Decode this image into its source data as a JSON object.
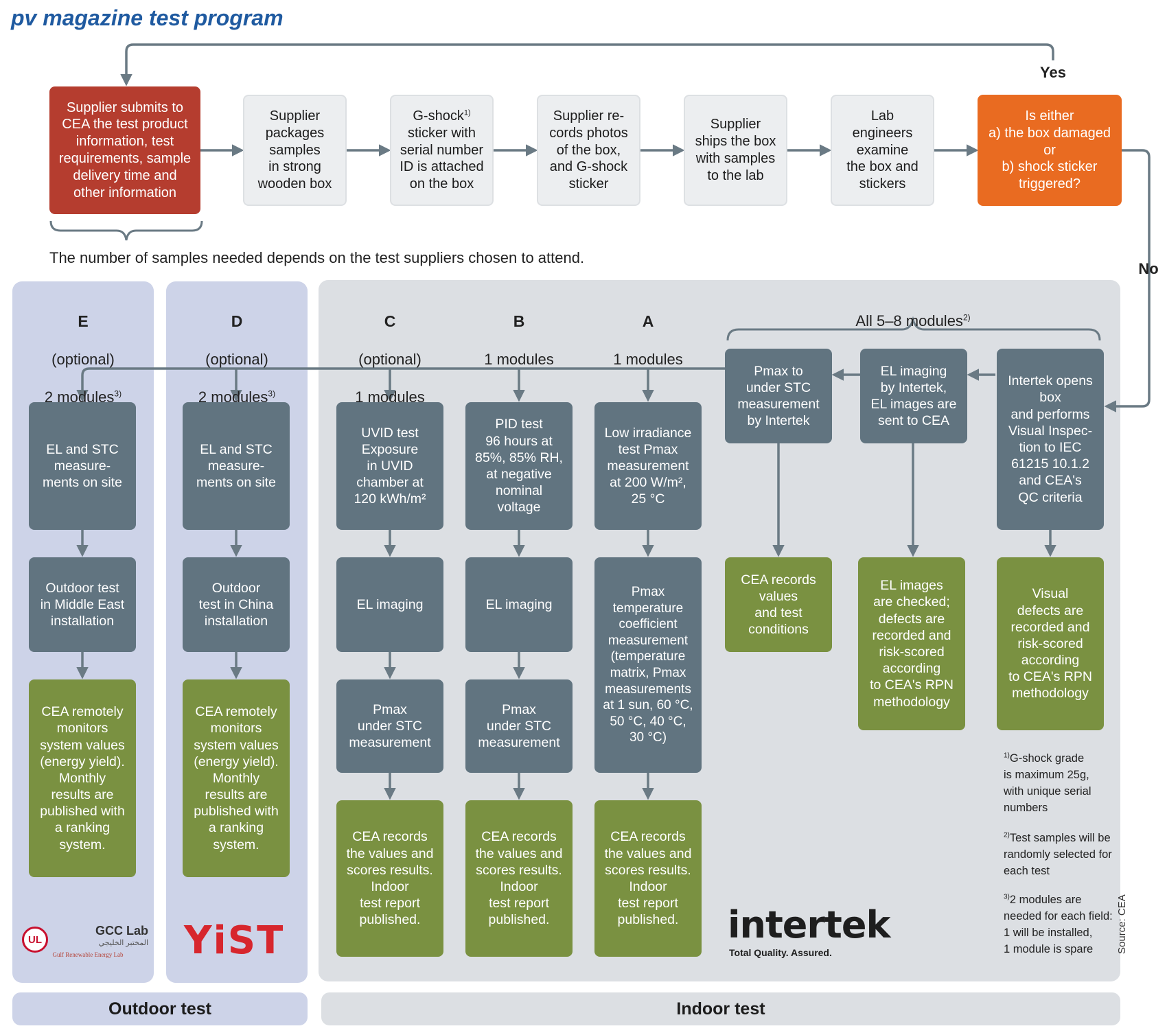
{
  "title": "pv magazine test program",
  "top_flow": {
    "submit": "Supplier submits to\nCEA the test product\ninformation, test\nrequirements, sample\ndelivery time and\nother information",
    "package": "Supplier\npackages\nsamples\nin strong\nwooden box",
    "gshock_pre": "G-shock",
    "gshock_sup": "1)",
    "gshock_post": "\nsticker with\nserial number\nID is attached\non the box",
    "photos": "Supplier re-\ncords photos\nof the box,\nand G-shock\nsticker",
    "ships": "Supplier\nships the box\nwith samples\nto the lab",
    "lab": "Lab\nengineers\nexamine\nthe box and\nstickers",
    "decision": "Is either\na) the box damaged\nor\nb) shock sticker\ntriggered?",
    "yes": "Yes",
    "no": "No"
  },
  "samples_note": "The number of samples needed depends on the test suppliers chosen to attend.",
  "columns": {
    "E": {
      "letter": "E",
      "sub1": "(optional)",
      "sub2": "2 modules",
      "sup": "3)",
      "step1": "EL and STC\nmeasure-\nments on site",
      "step2": "Outdoor test\nin Middle East\ninstallation",
      "step3": "CEA remotely\nmonitors\nsystem values\n(energy yield).\nMonthly\nresults are\npublished with\na ranking\nsystem."
    },
    "D": {
      "letter": "D",
      "sub1": "(optional)",
      "sub2": "2 modules",
      "sup": "3)",
      "step1": "EL and STC\nmeasure-\nments on site",
      "step2": "Outdoor\ntest in China\ninstallation",
      "step3": "CEA remotely\nmonitors\nsystem values\n(energy yield).\nMonthly\nresults are\npublished with\na ranking\nsystem."
    },
    "C": {
      "letter": "C",
      "sub1": "(optional)",
      "sub2": "1 modules",
      "step1": "UVID test\nExposure\nin UVID\nchamber at\n120 kWh/m²",
      "step2": "EL imaging",
      "step3": "Pmax\nunder STC\nmeasurement",
      "step4": "CEA records\nthe values and\nscores results.\nIndoor\ntest report\npublished."
    },
    "B": {
      "letter": "B",
      "sub1": "1 modules",
      "step1": "PID test\n96 hours at\n85%, 85% RH,\nat negative\nnominal\nvoltage",
      "step2": "EL imaging",
      "step3": "Pmax\nunder STC\nmeasurement",
      "step4": "CEA records\nthe values and\nscores results.\nIndoor\ntest report\npublished."
    },
    "A": {
      "letter": "A",
      "sub1": "1 modules",
      "step1": "Low irradiance\ntest Pmax\nmeasurement\nat 200 W/m²,\n25 °C",
      "step2": "Pmax\ntemperature\ncoefficient\nmeasurement\n(temperature\nmatrix, Pmax\nmeasurements\nat 1 sun, 60 °C,\n50 °C, 40 °C,\n30 °C)",
      "step3": "CEA records\nthe values and\nscores results.\nIndoor\ntest report\npublished."
    }
  },
  "all_modules": {
    "label": "All 5–8 modules",
    "sup": "2)",
    "pmax": "Pmax to\nunder STC\nmeasurement\nby Intertek",
    "el": "EL imaging\nby Intertek,\nEL images are\nsent to CEA",
    "opens": "Intertek opens\nbox\nand performs\nVisual Inspec-\ntion to IEC\n61215 10.1.2\nand CEA's\nQC criteria",
    "records": "CEA records\nvalues\nand test\nconditions",
    "el_checked": "EL images\nare checked;\ndefects are\nrecorded and\nrisk-scored\naccording\nto CEA's RPN\nmethodology",
    "visual": "Visual\ndefects are\nrecorded and\nrisk-scored\naccording\nto CEA's RPN\nmethodology"
  },
  "footnotes": {
    "f1_sup": "1)",
    "f1": "G-shock grade\nis maximum 25g,\nwith unique serial\nnumbers",
    "f2_sup": "2)",
    "f2": "Test samples will be\nrandomly selected for\neach test",
    "f3_sup": "3)",
    "f3": "2 modules are\nneeded for each field:\n1 will be installed,\n1 module is spare"
  },
  "source": "Source: CEA",
  "logos": {
    "ul": "UL",
    "gcc": "GCC Lab",
    "gcc_arabic": "المختبر الخليجي",
    "gcc_sub": "Gulf Renewable Energy Lab",
    "yist": "YiST",
    "intertek": "intertek",
    "intertek_tag": "Total Quality. Assured."
  },
  "bottom": {
    "outdoor": "Outdoor test",
    "indoor": "Indoor test"
  },
  "colors": {
    "red": "#b53d2f",
    "orange": "#e96b21",
    "dark": "#617480",
    "green": "#7a9141",
    "outdoor_panel": "#cdd3e8",
    "indoor_panel": "#dcdfe3",
    "arrow": "#6a7a84",
    "title": "#1f5aa0"
  }
}
